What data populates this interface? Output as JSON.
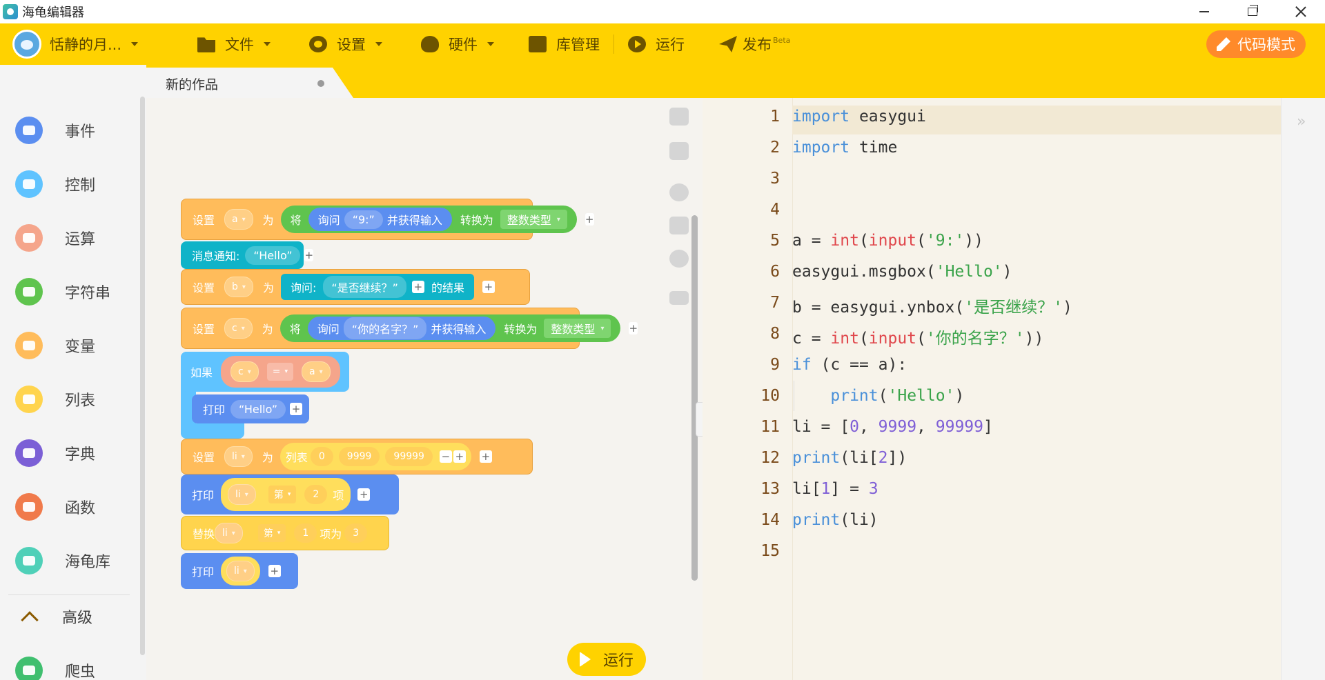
{
  "window": {
    "title": "海龟编辑器"
  },
  "toolbar": {
    "user_name": "恬静的月...",
    "file": "文件",
    "settings": "设置",
    "hardware": "硬件",
    "library": "库管理",
    "run": "运行",
    "publish": "发布",
    "publish_badge": "Beta",
    "code_mode": "代码模式"
  },
  "tab": {
    "label": "新的作品"
  },
  "sidebar": {
    "items": [
      {
        "label": "事件",
        "icon": "event-icon",
        "color": "#5b8ef0"
      },
      {
        "label": "控制",
        "icon": "gamepad-icon",
        "color": "#5fc3ff"
      },
      {
        "label": "运算",
        "icon": "calculator-icon",
        "color": "#f5a58b"
      },
      {
        "label": "字符串",
        "icon": "string-icon",
        "color": "#5fc44e"
      },
      {
        "label": "变量",
        "icon": "variable-icon",
        "color": "#ffbc5b"
      },
      {
        "label": "列表",
        "icon": "list-icon",
        "color": "#ffd44d"
      },
      {
        "label": "字典",
        "icon": "dictionary-icon",
        "color": "#7b5fd6"
      },
      {
        "label": "函数",
        "icon": "function-icon",
        "color": "#f07a4b"
      },
      {
        "label": "海龟库",
        "icon": "turtle-icon",
        "color": "#4fd0b8"
      }
    ],
    "advanced": "高级",
    "crawler": {
      "label": "爬虫",
      "icon": "crawler-icon",
      "color": "#3fbf6f"
    }
  },
  "blocks": {
    "set": "设置",
    "as": "为",
    "take": "将",
    "ask": "询问",
    "get_input": "并获得输入",
    "convert": "转换为",
    "int_type": "整数类型",
    "notify": "消息通知:",
    "ask_colon": "询问:",
    "result": "的结果",
    "if": "如果",
    "print": "打印",
    "list": "列表",
    "nth": "第",
    "item": "项",
    "replace": "替换",
    "item_as": "项为",
    "var_a": "a",
    "var_b": "b",
    "var_c": "c",
    "var_li": "li",
    "prompt_9": "“9:”",
    "hello": "“Hello”",
    "continue_q": "“是否继续？”",
    "name_q": "“你的名字？”",
    "eq": "=",
    "n0": "0",
    "n9999": "9999",
    "n99999": "99999",
    "n2": "2",
    "n1": "1",
    "n3": "3"
  },
  "run_button": "运行",
  "code": {
    "line_numbers": [
      "1",
      "2",
      "3",
      "4",
      "5",
      "6",
      "7",
      "8",
      "9",
      "10",
      "11",
      "12",
      "13",
      "14",
      "15"
    ]
  }
}
